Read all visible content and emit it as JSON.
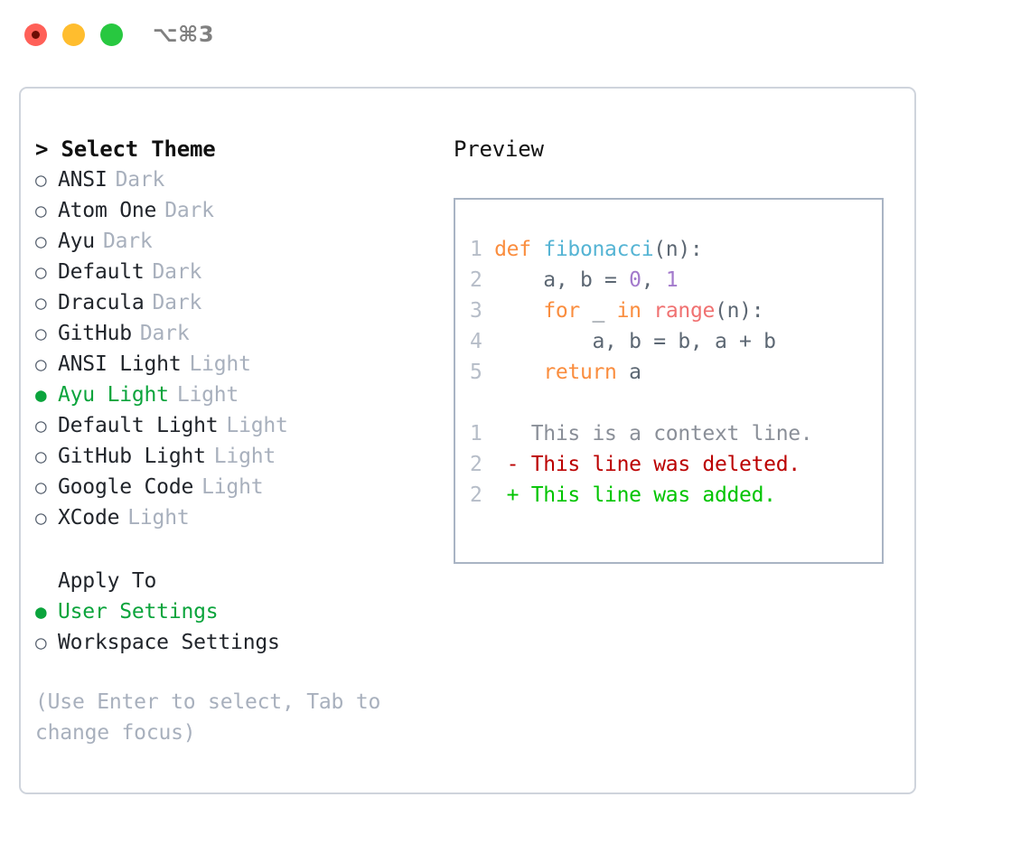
{
  "window": {
    "traffic_lights": [
      "close",
      "minimize",
      "maximize"
    ],
    "shortcut": "⌥⌘3"
  },
  "theme_list": {
    "header": "> Select Theme",
    "header_prompt": ">",
    "header_label": "Select Theme",
    "selected_index": 7,
    "items": [
      {
        "bullet": "○",
        "label": "ANSI",
        "tag": "Dark",
        "selected": false
      },
      {
        "bullet": "○",
        "label": "Atom One",
        "tag": "Dark",
        "selected": false
      },
      {
        "bullet": "○",
        "label": "Ayu",
        "tag": "Dark",
        "selected": false
      },
      {
        "bullet": "○",
        "label": "Default",
        "tag": "Dark",
        "selected": false
      },
      {
        "bullet": "○",
        "label": "Dracula",
        "tag": "Dark",
        "selected": false
      },
      {
        "bullet": "○",
        "label": "GitHub",
        "tag": "Dark",
        "selected": false
      },
      {
        "bullet": "○",
        "label": "ANSI Light",
        "tag": "Light",
        "selected": false
      },
      {
        "bullet": "●",
        "label": "Ayu Light",
        "tag": "Light",
        "selected": true
      },
      {
        "bullet": "○",
        "label": "Default Light",
        "tag": "Light",
        "selected": false
      },
      {
        "bullet": "○",
        "label": "GitHub Light",
        "tag": "Light",
        "selected": false
      },
      {
        "bullet": "○",
        "label": "Google Code",
        "tag": "Light",
        "selected": false
      },
      {
        "bullet": "○",
        "label": "XCode",
        "tag": "Light",
        "selected": false
      }
    ]
  },
  "apply_to": {
    "header": "Apply To",
    "selected_index": 0,
    "items": [
      {
        "bullet": "●",
        "label": "User Settings",
        "selected": true
      },
      {
        "bullet": "○",
        "label": "Workspace Settings",
        "selected": false
      }
    ]
  },
  "hint": "(Use Enter to select, Tab to change focus)",
  "preview": {
    "header": "Preview",
    "code_lines": [
      {
        "number": "1",
        "tokens": [
          {
            "text": "def ",
            "kind": "kw"
          },
          {
            "text": "fibonacci",
            "kind": "fn"
          },
          {
            "text": "(n):",
            "kind": "punc"
          }
        ]
      },
      {
        "number": "2",
        "tokens": [
          {
            "text": "    a, b = ",
            "kind": "txt"
          },
          {
            "text": "0",
            "kind": "num"
          },
          {
            "text": ", ",
            "kind": "txt"
          },
          {
            "text": "1",
            "kind": "num"
          }
        ]
      },
      {
        "number": "3",
        "tokens": [
          {
            "text": "    ",
            "kind": "txt"
          },
          {
            "text": "for",
            "kind": "kw"
          },
          {
            "text": " _ ",
            "kind": "txt"
          },
          {
            "text": "in",
            "kind": "kw"
          },
          {
            "text": " ",
            "kind": "txt"
          },
          {
            "text": "range",
            "kind": "call"
          },
          {
            "text": "(n):",
            "kind": "punc"
          }
        ]
      },
      {
        "number": "4",
        "tokens": [
          {
            "text": "        a, b = b, a + b",
            "kind": "txt"
          }
        ]
      },
      {
        "number": "5",
        "tokens": [
          {
            "text": "    ",
            "kind": "txt"
          },
          {
            "text": "return",
            "kind": "kw"
          },
          {
            "text": " a",
            "kind": "txt"
          }
        ]
      }
    ],
    "diff_lines": [
      {
        "number": "1",
        "marker": " ",
        "text": "This is a context line.",
        "kind": "ctx"
      },
      {
        "number": "2",
        "marker": "-",
        "text": "This line was deleted.",
        "kind": "del"
      },
      {
        "number": "2",
        "marker": "+",
        "text": "This line was added.",
        "kind": "add"
      }
    ]
  },
  "colors": {
    "accent_green": "#0ba43c",
    "muted": "#a8b0bd",
    "panel_border": "#cfd4dc",
    "preview_border": "#a9b4c4",
    "kw_orange": "#fa8d3e",
    "fn_blue": "#55b4d4",
    "call_red": "#f07171",
    "num_purple": "#a37acc",
    "diff_del": "#bb0000",
    "diff_add": "#00c400"
  }
}
